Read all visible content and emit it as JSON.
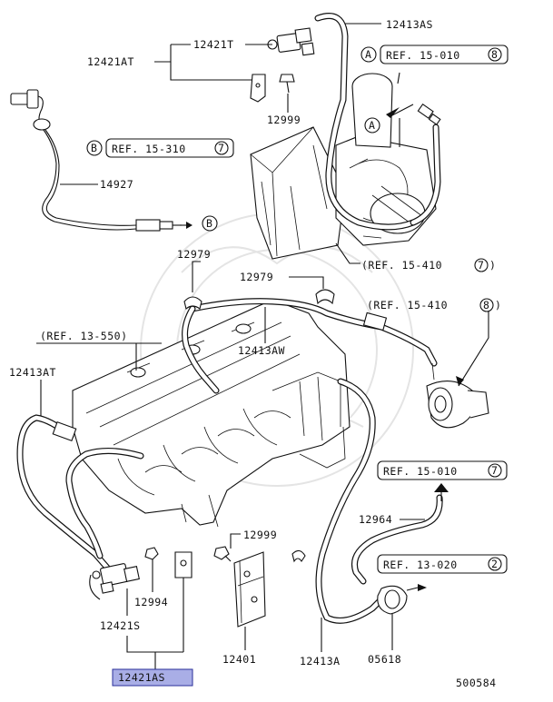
{
  "part_labels": {
    "p12413AS_top": "12413AS",
    "p12421T": "12421T",
    "p12421AT": "12421AT",
    "p12999_top": "12999",
    "p14927": "14927",
    "p12979_left": "12979",
    "p12979_mid": "12979",
    "p12413AW": "12413AW",
    "p12413AT": "12413AT",
    "p12999_bottom": "12999",
    "p12994": "12994",
    "p12421S": "12421S",
    "p12421AS": "12421AS",
    "p12401": "12401",
    "p12413A": "12413A",
    "p12964": "12964",
    "p05618": "05618"
  },
  "refs": {
    "ref_a": {
      "text": "REF. 15-010",
      "circle": "8",
      "tag": "A"
    },
    "ref_b": {
      "text": "REF. 15-310",
      "circle": "7",
      "tag": "B"
    },
    "ref_15_410_7": {
      "text": "(REF. 15-410",
      "circle": "7",
      "close": ")"
    },
    "ref_15_410_8": {
      "text": "(REF. 15-410",
      "circle": "8",
      "close": ")"
    },
    "ref_13_550": {
      "text": "(REF. 13-550)"
    },
    "ref_15_010_7": {
      "text": "REF. 15-010",
      "circle": "7"
    },
    "ref_13_020_2": {
      "text": "REF. 13-020",
      "circle": "2"
    }
  },
  "markers": {
    "a_engine": "A",
    "b_sensor": "B"
  },
  "diagram_number": "500584",
  "highlight_color": "#a9aee6"
}
